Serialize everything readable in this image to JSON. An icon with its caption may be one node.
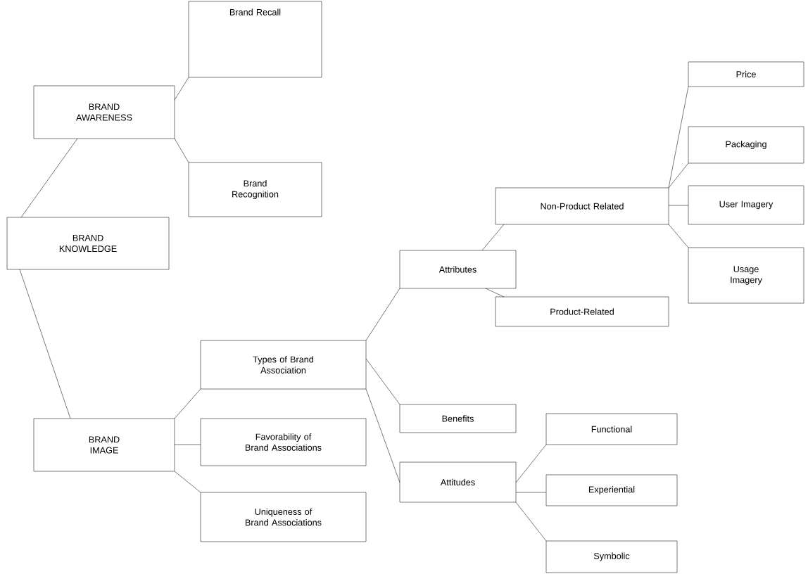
{
  "diagram": {
    "nodes": [
      {
        "text": [
          "Brand Recall"
        ]
      },
      {
        "text": [
          "BRAND AWARENESS"
        ]
      },
      {
        "text": [
          "Brand Recognition"
        ]
      },
      {
        "text": [
          "BRAND KNOWLEDGE"
        ]
      },
      {
        "text": [
          "BRAND IMAGE"
        ]
      },
      {
        "text": [
          "Types of Brand Association"
        ]
      },
      {
        "text": [
          "Favorability of Brand Associations"
        ]
      },
      {
        "text": [
          "Uniqueness of Brand Associations"
        ]
      },
      {
        "text": [
          "Attributes"
        ]
      },
      {
        "text": [
          "Non-Product Related"
        ]
      },
      {
        "text": [
          "Price"
        ]
      },
      {
        "text": [
          "Packaging"
        ]
      },
      {
        "text": [
          "User Imagery"
        ]
      },
      {
        "text": [
          "Usage Imagery"
        ]
      },
      {
        "text": [
          "Product-Related"
        ]
      },
      {
        "text": [
          "Benefits"
        ]
      },
      {
        "text": [
          "Attitudes"
        ]
      },
      {
        "text": [
          "Functional"
        ]
      },
      {
        "text": [
          "Experiential"
        ]
      },
      {
        "text": [
          "Symbolic"
        ]
      }
    ],
    "edges": [
      {
        "from": 3,
        "to": 1,
        "arrow": "none"
      },
      {
        "from": 3,
        "to": 4,
        "arrow": "none"
      },
      {
        "from": 1,
        "to": 0,
        "arrow": "none"
      },
      {
        "from": 1,
        "to": 2,
        "arrow": "none"
      },
      {
        "from": 4,
        "to": 5,
        "arrow": "none"
      },
      {
        "from": 4,
        "to": 6,
        "arrow": "none"
      },
      {
        "from": 4,
        "to": 7,
        "arrow": "none"
      },
      {
        "from": 5,
        "to": 8,
        "arrow": "none"
      },
      {
        "from": 5,
        "to": 15,
        "arrow": "none"
      },
      {
        "from": 5,
        "to": 16,
        "arrow": "none"
      },
      {
        "from": 8,
        "to": 9,
        "arrow": "none"
      },
      {
        "from": 8,
        "to": 14,
        "arrow": "none"
      },
      {
        "from": 9,
        "to": 10,
        "arrow": "none"
      },
      {
        "from": 9,
        "to": 11,
        "arrow": "none"
      },
      {
        "from": 9,
        "to": 12,
        "arrow": "none"
      },
      {
        "from": 9,
        "to": 13,
        "arrow": "none"
      },
      {
        "from": 16,
        "to": 17,
        "arrow": "none"
      },
      {
        "from": 16,
        "to": 18,
        "arrow": "none"
      },
      {
        "from": 16,
        "to": 19,
        "arrow": "none"
      }
    ]
  }
}
